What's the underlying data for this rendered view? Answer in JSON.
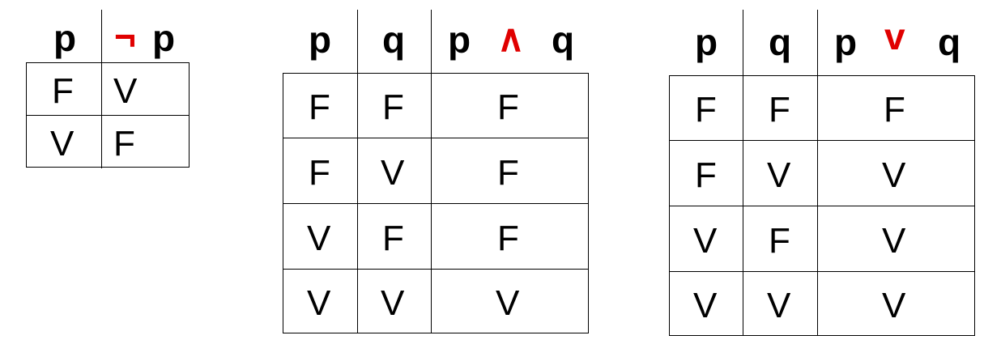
{
  "colors": {
    "operator": "#e00000",
    "text": "#000000",
    "rule": "#000000"
  },
  "tables": {
    "not": {
      "headers": {
        "p": "p",
        "neg_op": "¬",
        "neg_var": "p"
      },
      "rows": [
        [
          "F",
          "V"
        ],
        [
          "V",
          "F"
        ]
      ]
    },
    "and": {
      "headers": {
        "p": "p",
        "q": "q",
        "left": "p",
        "op": "∧",
        "right": "q"
      },
      "rows": [
        [
          "F",
          "F",
          "F"
        ],
        [
          "F",
          "V",
          "F"
        ],
        [
          "V",
          "F",
          "F"
        ],
        [
          "V",
          "V",
          "V"
        ]
      ]
    },
    "or": {
      "headers": {
        "p": "p",
        "q": "q",
        "left": "p",
        "op": "v",
        "right": "q"
      },
      "rows": [
        [
          "F",
          "F",
          "F"
        ],
        [
          "F",
          "V",
          "V"
        ],
        [
          "V",
          "F",
          "V"
        ],
        [
          "V",
          "V",
          "V"
        ]
      ]
    }
  }
}
